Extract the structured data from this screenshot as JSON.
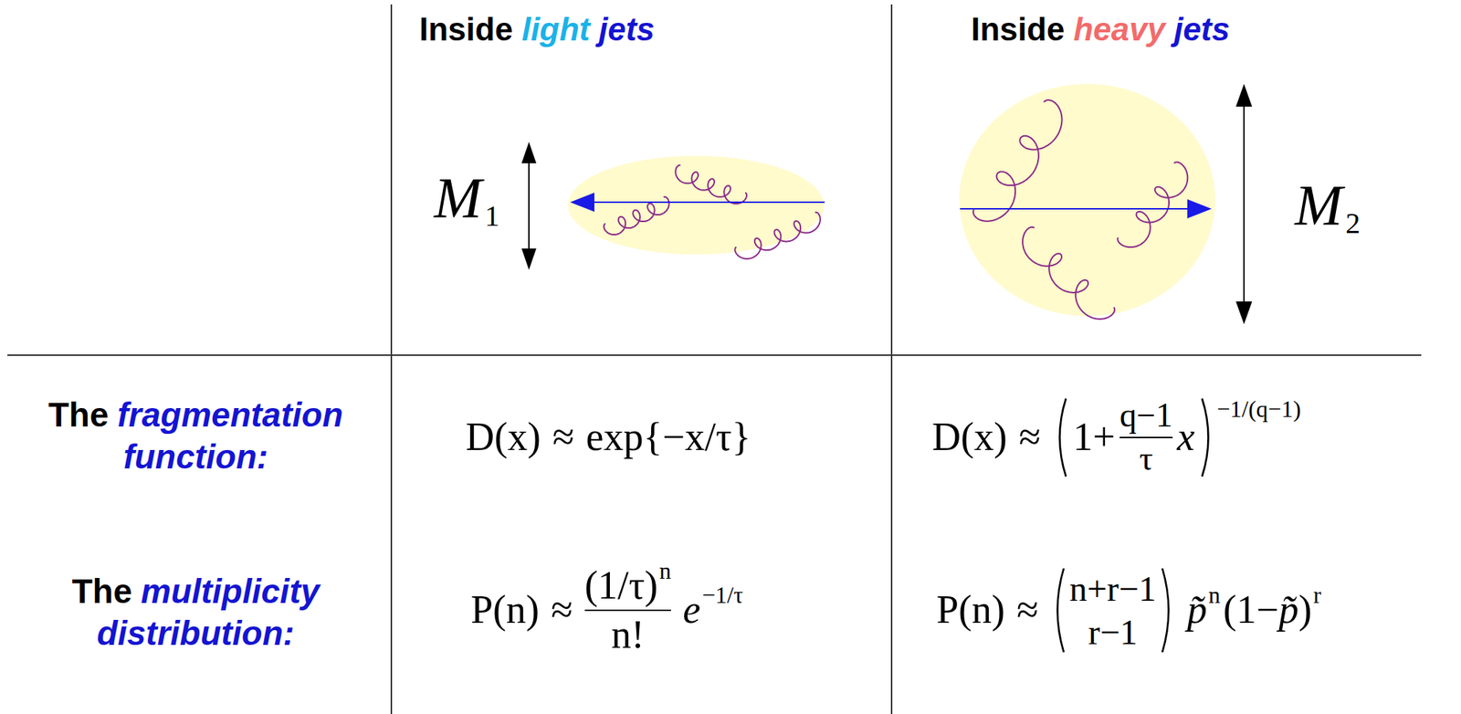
{
  "diagram": {
    "labels": [
      "Inside",
      "light",
      "jets",
      "Inside",
      "heavy",
      "jets",
      "M",
      "1",
      "M",
      "2",
      "The",
      "fragmentation function:",
      "The",
      "multiplicity distribution:",
      "D(x)",
      "≈",
      "exp{−x/τ}",
      "D(x)",
      "≈",
      "1+",
      "q−1",
      "τ",
      "x",
      "−1/(q−1)",
      "P(n)",
      "≈",
      "(1/τ)",
      "n",
      "n!",
      "e",
      "−1/τ",
      "P(n)",
      "≈",
      "n+r−1",
      "r−1",
      "p̃",
      "n",
      "(1−",
      "p̃",
      ")",
      "r"
    ]
  }
}
